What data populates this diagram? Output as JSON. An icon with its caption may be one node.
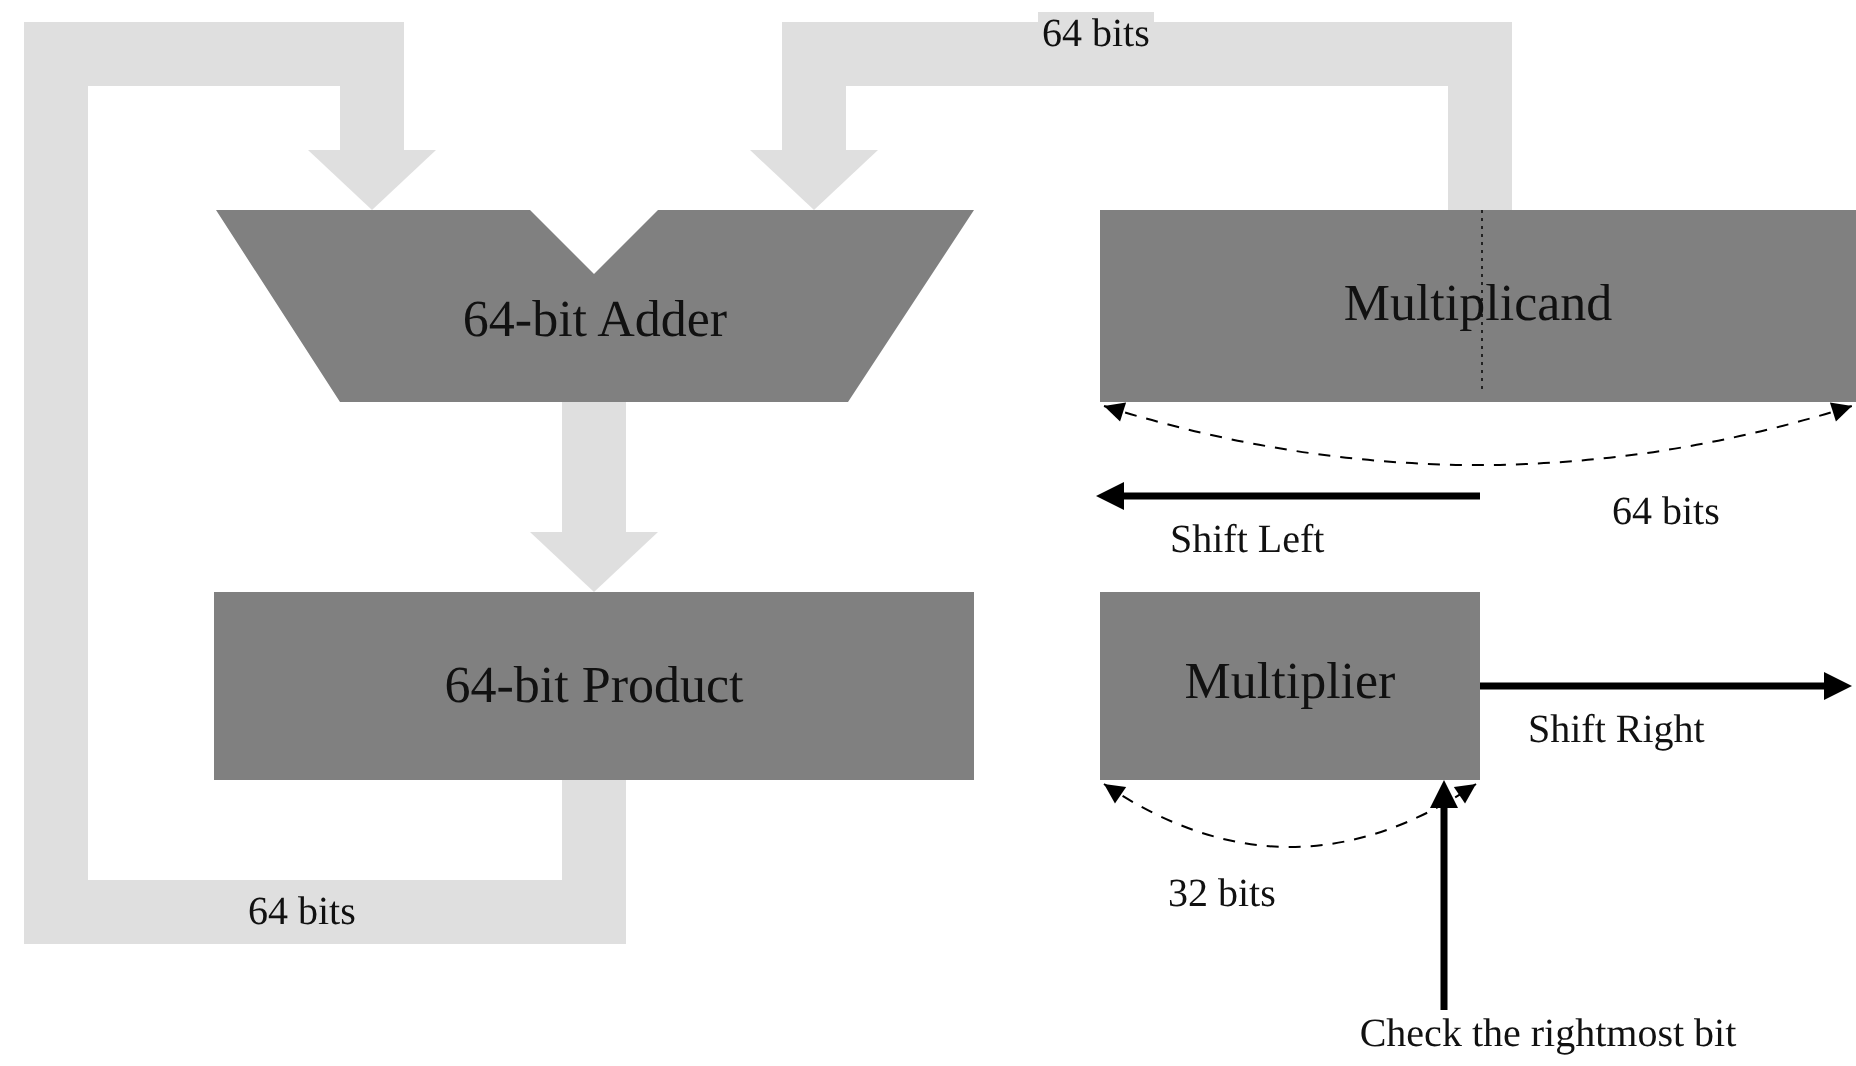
{
  "diagram": {
    "nodes": [
      {
        "text": [
          "64-bit Adder"
        ]
      },
      {
        "text": [
          "64-bit Product"
        ]
      },
      {
        "text": [
          "Multiplicand"
        ]
      },
      {
        "text": [
          "Multiplier"
        ]
      },
      {
        "text": [
          "Check the rightmost bit"
        ]
      }
    ],
    "edges": [
      {
        "from": 1,
        "to": 0,
        "arrow": "to",
        "label": "64 bits"
      },
      {
        "from": 2,
        "to": 0,
        "arrow": "to",
        "label": "64 bits"
      },
      {
        "from": 0,
        "to": 1,
        "arrow": "to"
      },
      {
        "from": 4,
        "to": 3,
        "arrow": "to",
        "color": "#000000"
      },
      {
        "from": 3,
        "to": null,
        "arrow": "to",
        "color": "#000000",
        "label": "Shift Right"
      }
    ],
    "labels": [
      "Shift Left",
      "64 bits",
      "32 bits"
    ]
  }
}
